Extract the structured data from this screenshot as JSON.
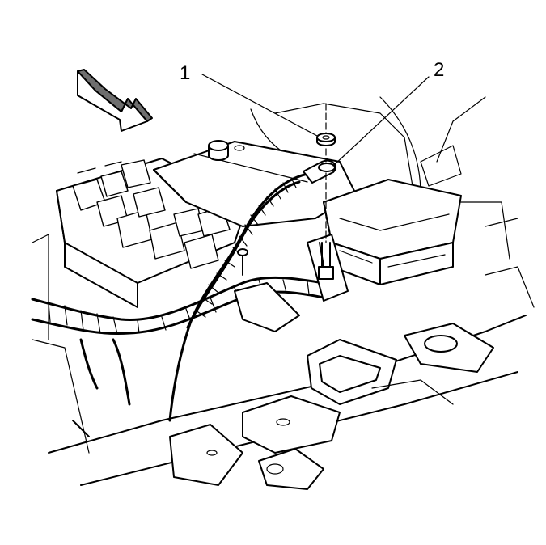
{
  "callouts": [
    {
      "id": "1",
      "label": "1"
    },
    {
      "id": "2",
      "label": "2"
    }
  ],
  "colors": {
    "line": "#000000",
    "background": "#ffffff",
    "arrow_fill": "#6e6e6e"
  },
  "icons": {
    "direction": "front-direction-arrow-icon"
  }
}
